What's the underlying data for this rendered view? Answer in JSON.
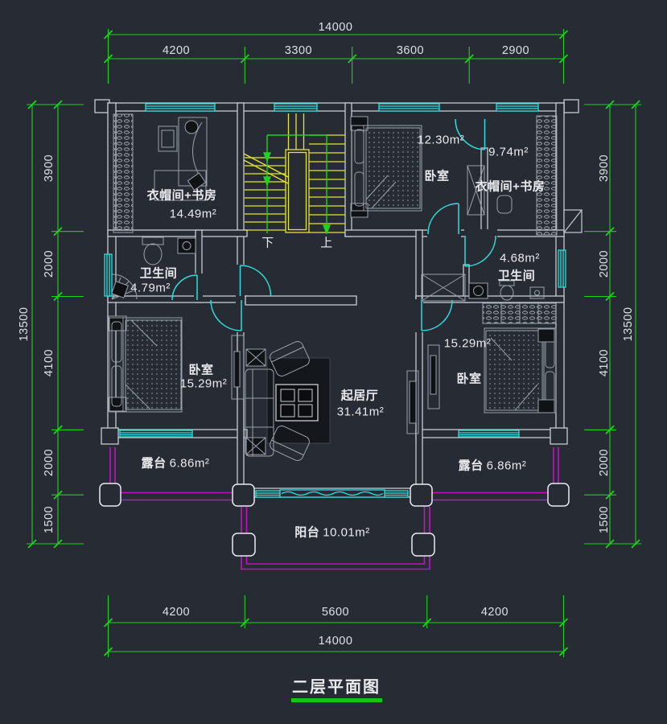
{
  "title": {
    "text": "二层平面图"
  },
  "dims": {
    "top": {
      "total": "14000",
      "segments": [
        "4200",
        "3300",
        "3600",
        "2900"
      ]
    },
    "bottom": {
      "total": "14000",
      "segments": [
        "4200",
        "5600",
        "4200"
      ]
    },
    "left": {
      "total": "13500",
      "segments": [
        "3900",
        "2000",
        "4100",
        "2000",
        "1500"
      ]
    },
    "right": {
      "total": "13500",
      "segments": [
        "3900",
        "2000",
        "4100",
        "2000",
        "1500"
      ]
    }
  },
  "rooms": {
    "cloak_left": {
      "name": "衣帽间+书房",
      "area": "14.49m²"
    },
    "bed_top": {
      "name": "卧室",
      "area": "12.30m²"
    },
    "cloak_right": {
      "name": "衣帽间+书房",
      "area": "9.74m²"
    },
    "bath_left": {
      "name": "卫生间",
      "area": "4.79m²"
    },
    "bath_right": {
      "name": "卫生间",
      "area": "4.68m²"
    },
    "bed_left": {
      "name": "卧室",
      "area": "15.29m²"
    },
    "living": {
      "name": "起居厅",
      "area": "31.41m²"
    },
    "bed_right": {
      "name": "卧室",
      "area": "15.29m²"
    },
    "terrace_left": {
      "name": "露台",
      "area": "6.86m²"
    },
    "terrace_right": {
      "name": "露台",
      "area": "6.86m²"
    },
    "balcony": {
      "name": "阳台",
      "area": "10.01m²"
    }
  },
  "stairs": {
    "down": "下",
    "up": "上"
  },
  "colors": {
    "background": "#272b33",
    "wall": "#c7ccd2",
    "window_door": "#2adfdf",
    "stair": "#e6e62e",
    "dimension": "#1ed21e",
    "railing": "#c213c2",
    "text": "#e9ebee",
    "underline": "#17c517"
  }
}
